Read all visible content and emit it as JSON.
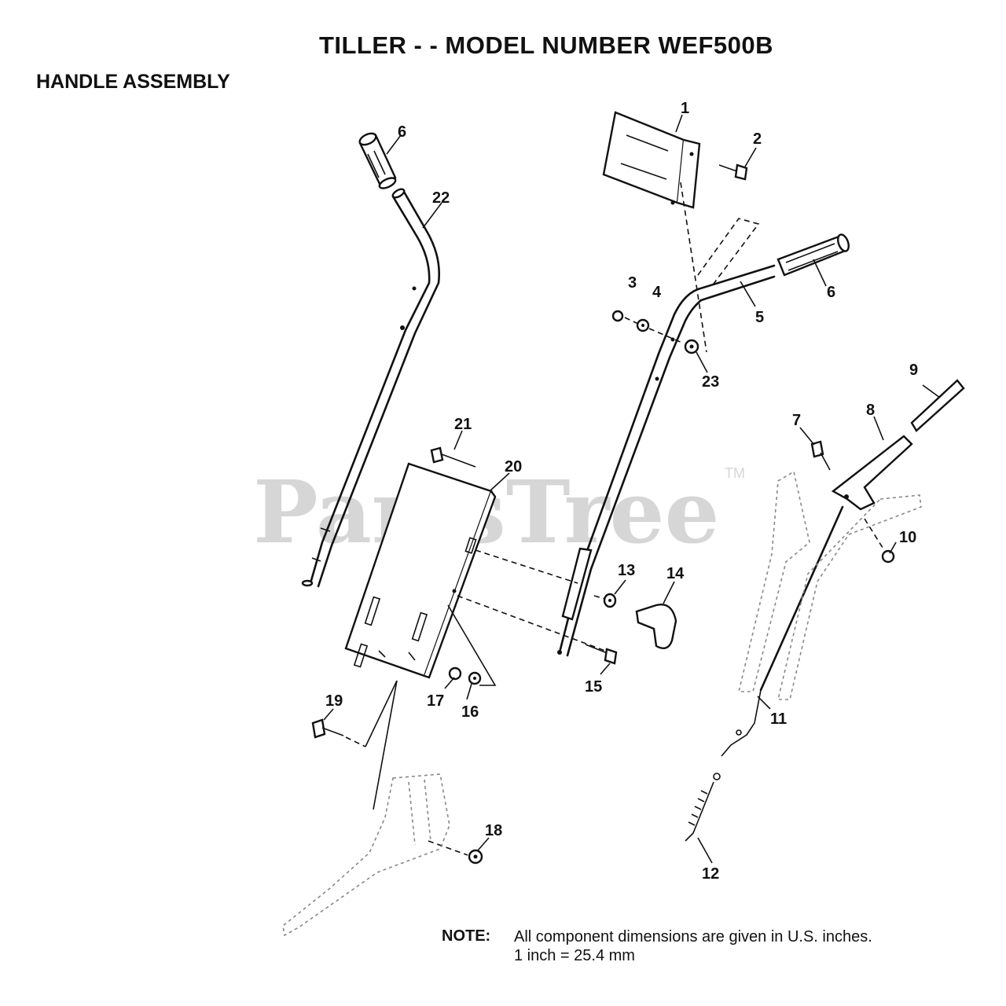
{
  "header": {
    "title": "TILLER - - MODEL NUMBER WEF500B",
    "section": "HANDLE ASSEMBLY"
  },
  "watermark": {
    "text": "PartsTree",
    "trademark": "TM"
  },
  "callouts": {
    "c1": "1",
    "c2": "2",
    "c3": "3",
    "c4": "4",
    "c5": "5",
    "c6a": "6",
    "c6b": "6",
    "c7": "7",
    "c8": "8",
    "c9": "9",
    "c10": "10",
    "c11": "11",
    "c12": "12",
    "c13": "13",
    "c14": "14",
    "c15": "15",
    "c16": "16",
    "c17": "17",
    "c18": "18",
    "c19": "19",
    "c20": "20",
    "c21": "21",
    "c22": "22",
    "c23": "23"
  },
  "note": {
    "label": "NOTE:",
    "line1": "All component dimensions are given in U.S. inches.",
    "line2": "1 inch = 25.4 mm"
  }
}
